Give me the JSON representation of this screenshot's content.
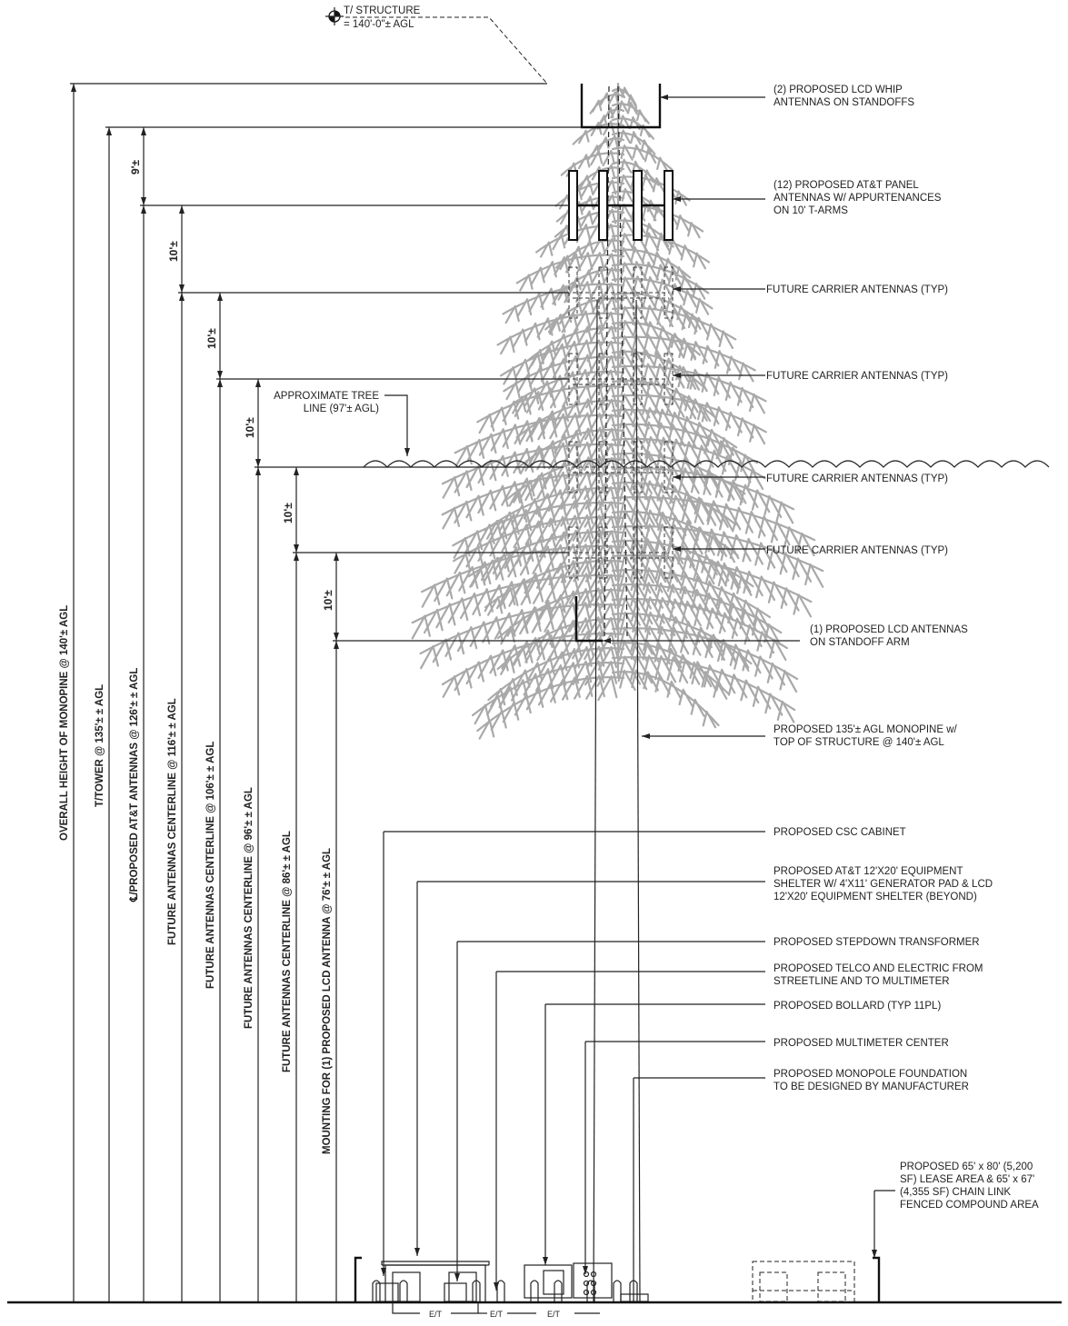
{
  "top_structure": {
    "line1": "T/ STRUCTURE",
    "line2": "= 140'-0\"± AGL"
  },
  "callouts": [
    {
      "lines": [
        "(2) PROPOSED LCD WHIP",
        "ANTENNAS ON STANDOFFS"
      ]
    },
    {
      "lines": [
        "(12) PROPOSED AT&T PANEL",
        "ANTENNAS W/ APPURTENANCES",
        "ON 10' T-ARMS"
      ]
    },
    {
      "lines": [
        "FUTURE CARRIER ANTENNAS (TYP)"
      ]
    },
    {
      "lines": [
        "FUTURE CARRIER ANTENNAS (TYP)"
      ]
    },
    {
      "lines": [
        "FUTURE CARRIER ANTENNAS (TYP)"
      ]
    },
    {
      "lines": [
        "FUTURE CARRIER ANTENNAS (TYP)"
      ]
    },
    {
      "lines": [
        "(1) PROPOSED LCD ANTENNAS",
        "ON STANDOFF ARM"
      ]
    },
    {
      "lines": [
        "PROPOSED 135'± AGL MONOPINE w/",
        "TOP OF STRUCTURE @ 140'± AGL"
      ]
    },
    {
      "lines": [
        "PROPOSED CSC  CABINET"
      ]
    },
    {
      "lines": [
        "PROPOSED AT&T 12'X20' EQUIPMENT",
        "SHELTER W/ 4'X11' GENERATOR PAD & LCD",
        "12'X20' EQUIPMENT SHELTER (BEYOND)"
      ]
    },
    {
      "lines": [
        "PROPOSED STEPDOWN TRANSFORMER"
      ]
    },
    {
      "lines": [
        "PROPOSED TELCO AND ELECTRIC FROM",
        "STREETLINE AND TO MULTIMETER"
      ]
    },
    {
      "lines": [
        "PROPOSED BOLLARD (TYP 11PL)"
      ]
    },
    {
      "lines": [
        "PROPOSED MULTIMETER CENTER"
      ]
    },
    {
      "lines": [
        "PROPOSED MONOPOLE FOUNDATION",
        "TO BE DESIGNED BY MANUFACTURER"
      ]
    },
    {
      "lines": [
        "PROPOSED 65' x 80' (5,200",
        "SF) LEASE AREA & 65' x 67'",
        "(4,355 SF) CHAIN LINK",
        "FENCED COMPOUND AREA"
      ]
    }
  ],
  "tree_line": {
    "lines": [
      "APPROXIMATE TREE",
      "LINE (97'± AGL)"
    ]
  },
  "vertical_labels": [
    "OVERALL HEIGHT OF MONOPINE @ 140'± AGL",
    "T/TOWER @ 135'± ± AGL",
    "℄/PROPOSED AT&T ANTENNAS @ 126'± ± AGL",
    "FUTURE ANTENNAS CENTERLINE @ 116'± ± AGL",
    "FUTURE ANTENNAS CENTERLINE @ 106'± ± AGL",
    "FUTURE ANTENNAS CENTERLINE @ 96'± ± AGL",
    "FUTURE ANTENNAS CENTERLINE @ 86'± ± AGL",
    "MOUNTING FOR (1) PROPOSED LCD ANTENNA @ 76'± ± AGL"
  ],
  "spacing_dims": [
    "9'±",
    "10'±",
    "10'±",
    "10'±",
    "10'±",
    "10'±"
  ],
  "trench_labels": [
    "E/T",
    "E/T",
    "E/T"
  ]
}
